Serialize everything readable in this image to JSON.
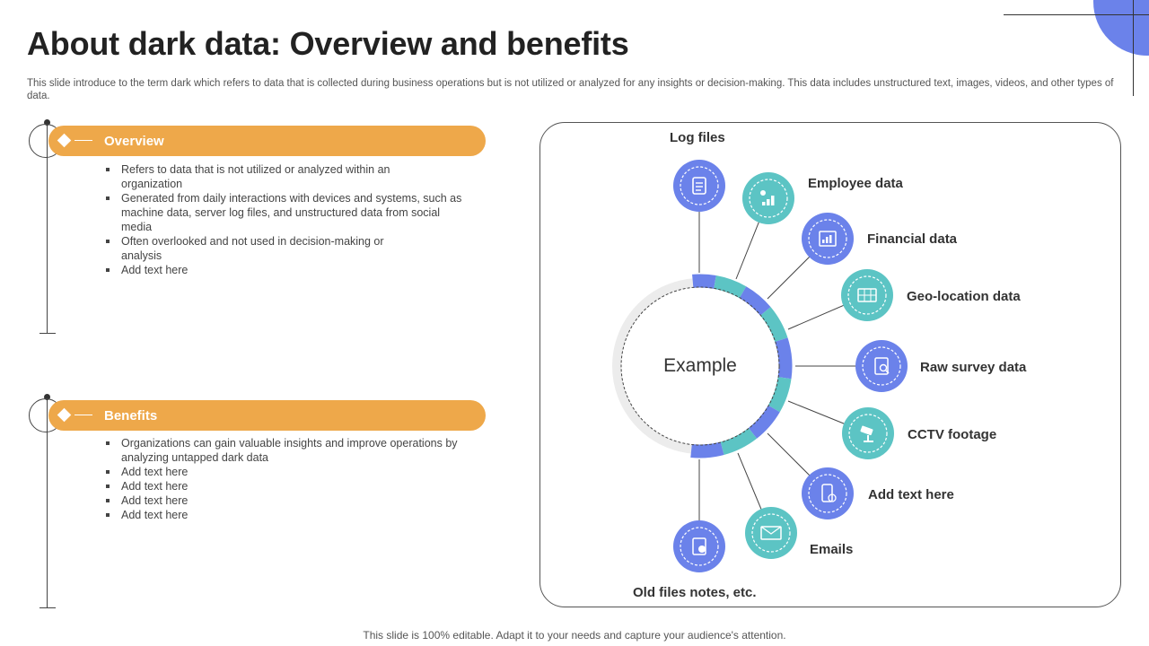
{
  "title": "About dark data: Overview and benefits",
  "subtitle": "This slide introduce to the term dark which refers to data that is collected during business operations but is not utilized or analyzed for any insights or decision-making. This data includes unstructured text, images, videos, and other types of data.",
  "overview": {
    "heading": "Overview",
    "bullets": [
      "Refers to data that is not utilized or analyzed within an organization",
      "Generated from daily interactions with devices and systems, such as machine data, server log files, and unstructured data from social media",
      "Often overlooked and not used in decision-making or analysis",
      "Add text here"
    ]
  },
  "benefits": {
    "heading": "Benefits",
    "bullets": [
      "Organizations can gain valuable insights and improve operations by analyzing untapped dark data",
      "Add text here",
      "Add text here",
      "Add text here",
      "Add text here"
    ]
  },
  "diagram": {
    "center_label": "Example",
    "items": [
      {
        "label": "Log files",
        "color": "#6b82ea",
        "icon": "file-icon"
      },
      {
        "label": "Employee data",
        "color": "#5cc4c4",
        "icon": "employee-chart-icon"
      },
      {
        "label": "Financial data",
        "color": "#6b82ea",
        "icon": "financial-report-icon"
      },
      {
        "label": "Geo-location data",
        "color": "#5cc4c4",
        "icon": "map-icon"
      },
      {
        "label": "Raw survey data",
        "color": "#6b82ea",
        "icon": "survey-icon"
      },
      {
        "label": "CCTV footage",
        "color": "#5cc4c4",
        "icon": "cctv-icon"
      },
      {
        "label": "Add text here",
        "color": "#6b82ea",
        "icon": "phone-icon"
      },
      {
        "label": "Emails",
        "color": "#5cc4c4",
        "icon": "email-icon"
      },
      {
        "label": "Old files notes, etc.",
        "color": "#6b82ea",
        "icon": "old-files-icon"
      }
    ]
  },
  "footer": "This slide is 100% editable. Adapt it to your needs and capture your audience's attention.",
  "colors": {
    "accent_orange": "#eea84a",
    "blue": "#6b82ea",
    "teal": "#5cc4c4"
  }
}
